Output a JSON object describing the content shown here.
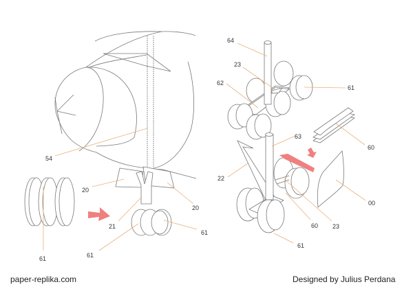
{
  "labels": {
    "fuselage": "54",
    "door_left": "20",
    "door_right": "20",
    "nose_strut": "21",
    "nose_wheels_loose": "61",
    "nose_wheel_inner": "61",
    "nose_wheel_outer": "61",
    "main_strut_top": "64",
    "bogie_link_top": "23",
    "bogie_top": "62",
    "main_wheel_top": "61",
    "main_strut_bottom": "63",
    "brace": "22",
    "plates": "60",
    "fairing": "00",
    "plates_bottom": "60",
    "bogie_link_bottom": "23",
    "main_wheel_bottom": "61"
  },
  "footer": {
    "website": "paper-replika.com",
    "credit": "Designed by Julius Perdana"
  },
  "colors": {
    "arrow": "#f08080",
    "leader": "#e9b07a",
    "line": "#777777"
  }
}
